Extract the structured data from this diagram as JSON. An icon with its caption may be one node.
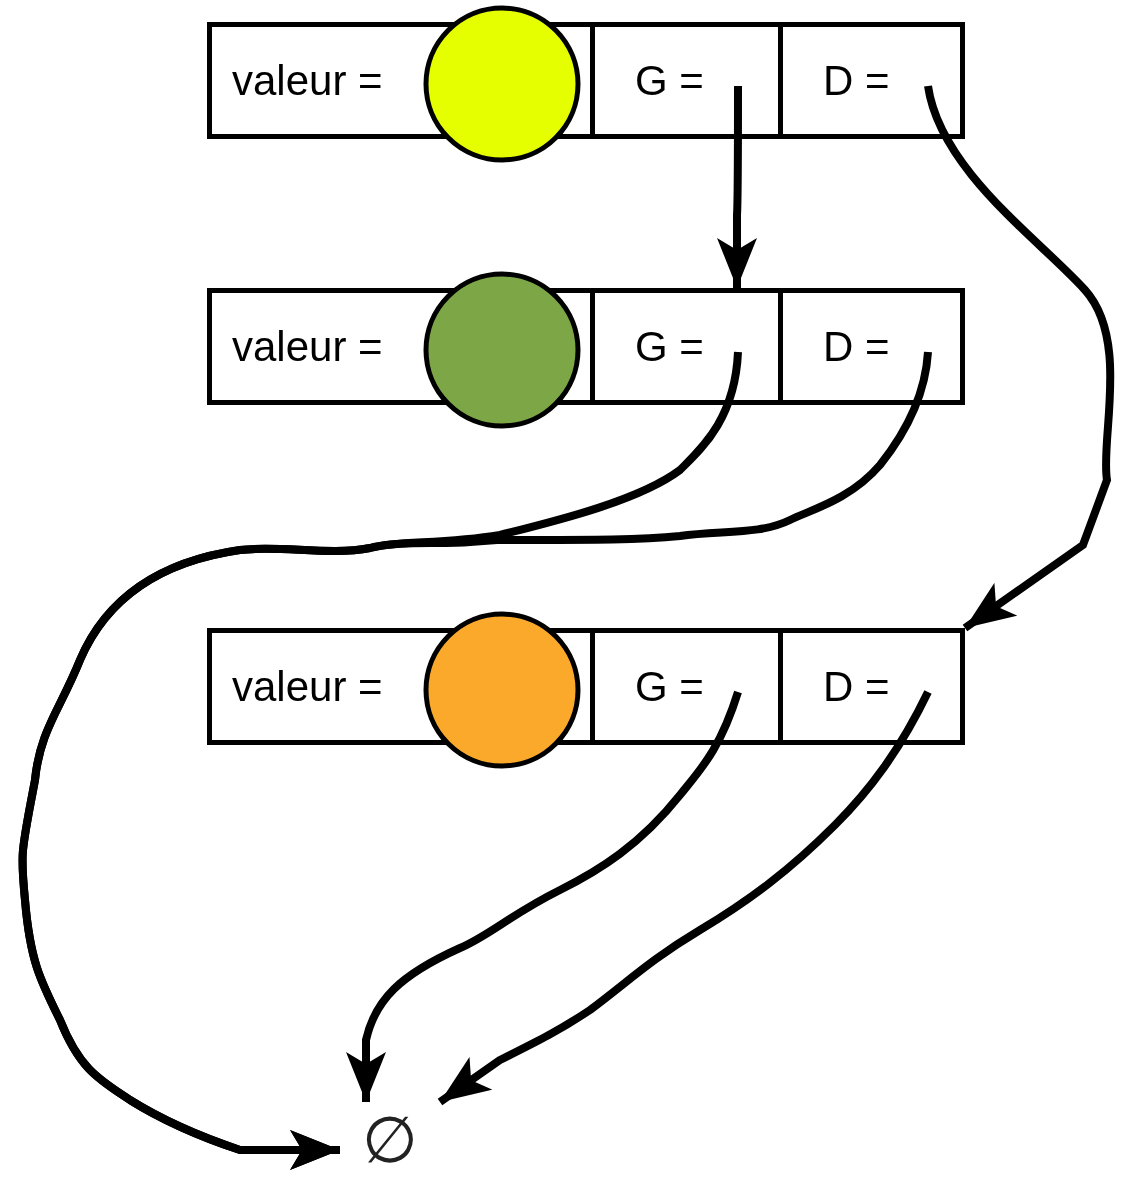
{
  "diagram": {
    "nodes": [
      {
        "text": [],
        "shape": "box"
      },
      {
        "text": [
          "valeur ="
        ],
        "in": 0
      },
      {
        "text": [],
        "shape": "circle"
      },
      {
        "text": [
          "G ="
        ],
        "in": 0
      },
      {
        "text": [
          "D ="
        ],
        "in": 0
      },
      {
        "text": [],
        "shape": "box"
      },
      {
        "text": [
          "valeur ="
        ],
        "in": 5
      },
      {
        "text": [],
        "shape": "circle"
      },
      {
        "text": [
          "G ="
        ],
        "in": 5
      },
      {
        "text": [
          "D ="
        ],
        "in": 5
      },
      {
        "text": [],
        "shape": "box"
      },
      {
        "text": [
          "valeur ="
        ],
        "in": 10
      },
      {
        "text": [],
        "shape": "circle"
      },
      {
        "text": [
          "G ="
        ],
        "in": 10
      },
      {
        "text": [
          "D ="
        ],
        "in": 10
      },
      {
        "text": [
          "∅"
        ]
      }
    ],
    "edges": [
      {
        "from": 3,
        "to": 5,
        "arrow": "to"
      },
      {
        "from": 4,
        "to": 10,
        "arrow": "to"
      },
      {
        "from": 8,
        "to": 15,
        "arrow": "to"
      },
      {
        "from": 9,
        "to": 15,
        "arrow": "to"
      },
      {
        "from": 13,
        "to": 15,
        "arrow": "to"
      },
      {
        "from": 14,
        "to": 15,
        "arrow": "to"
      }
    ]
  }
}
